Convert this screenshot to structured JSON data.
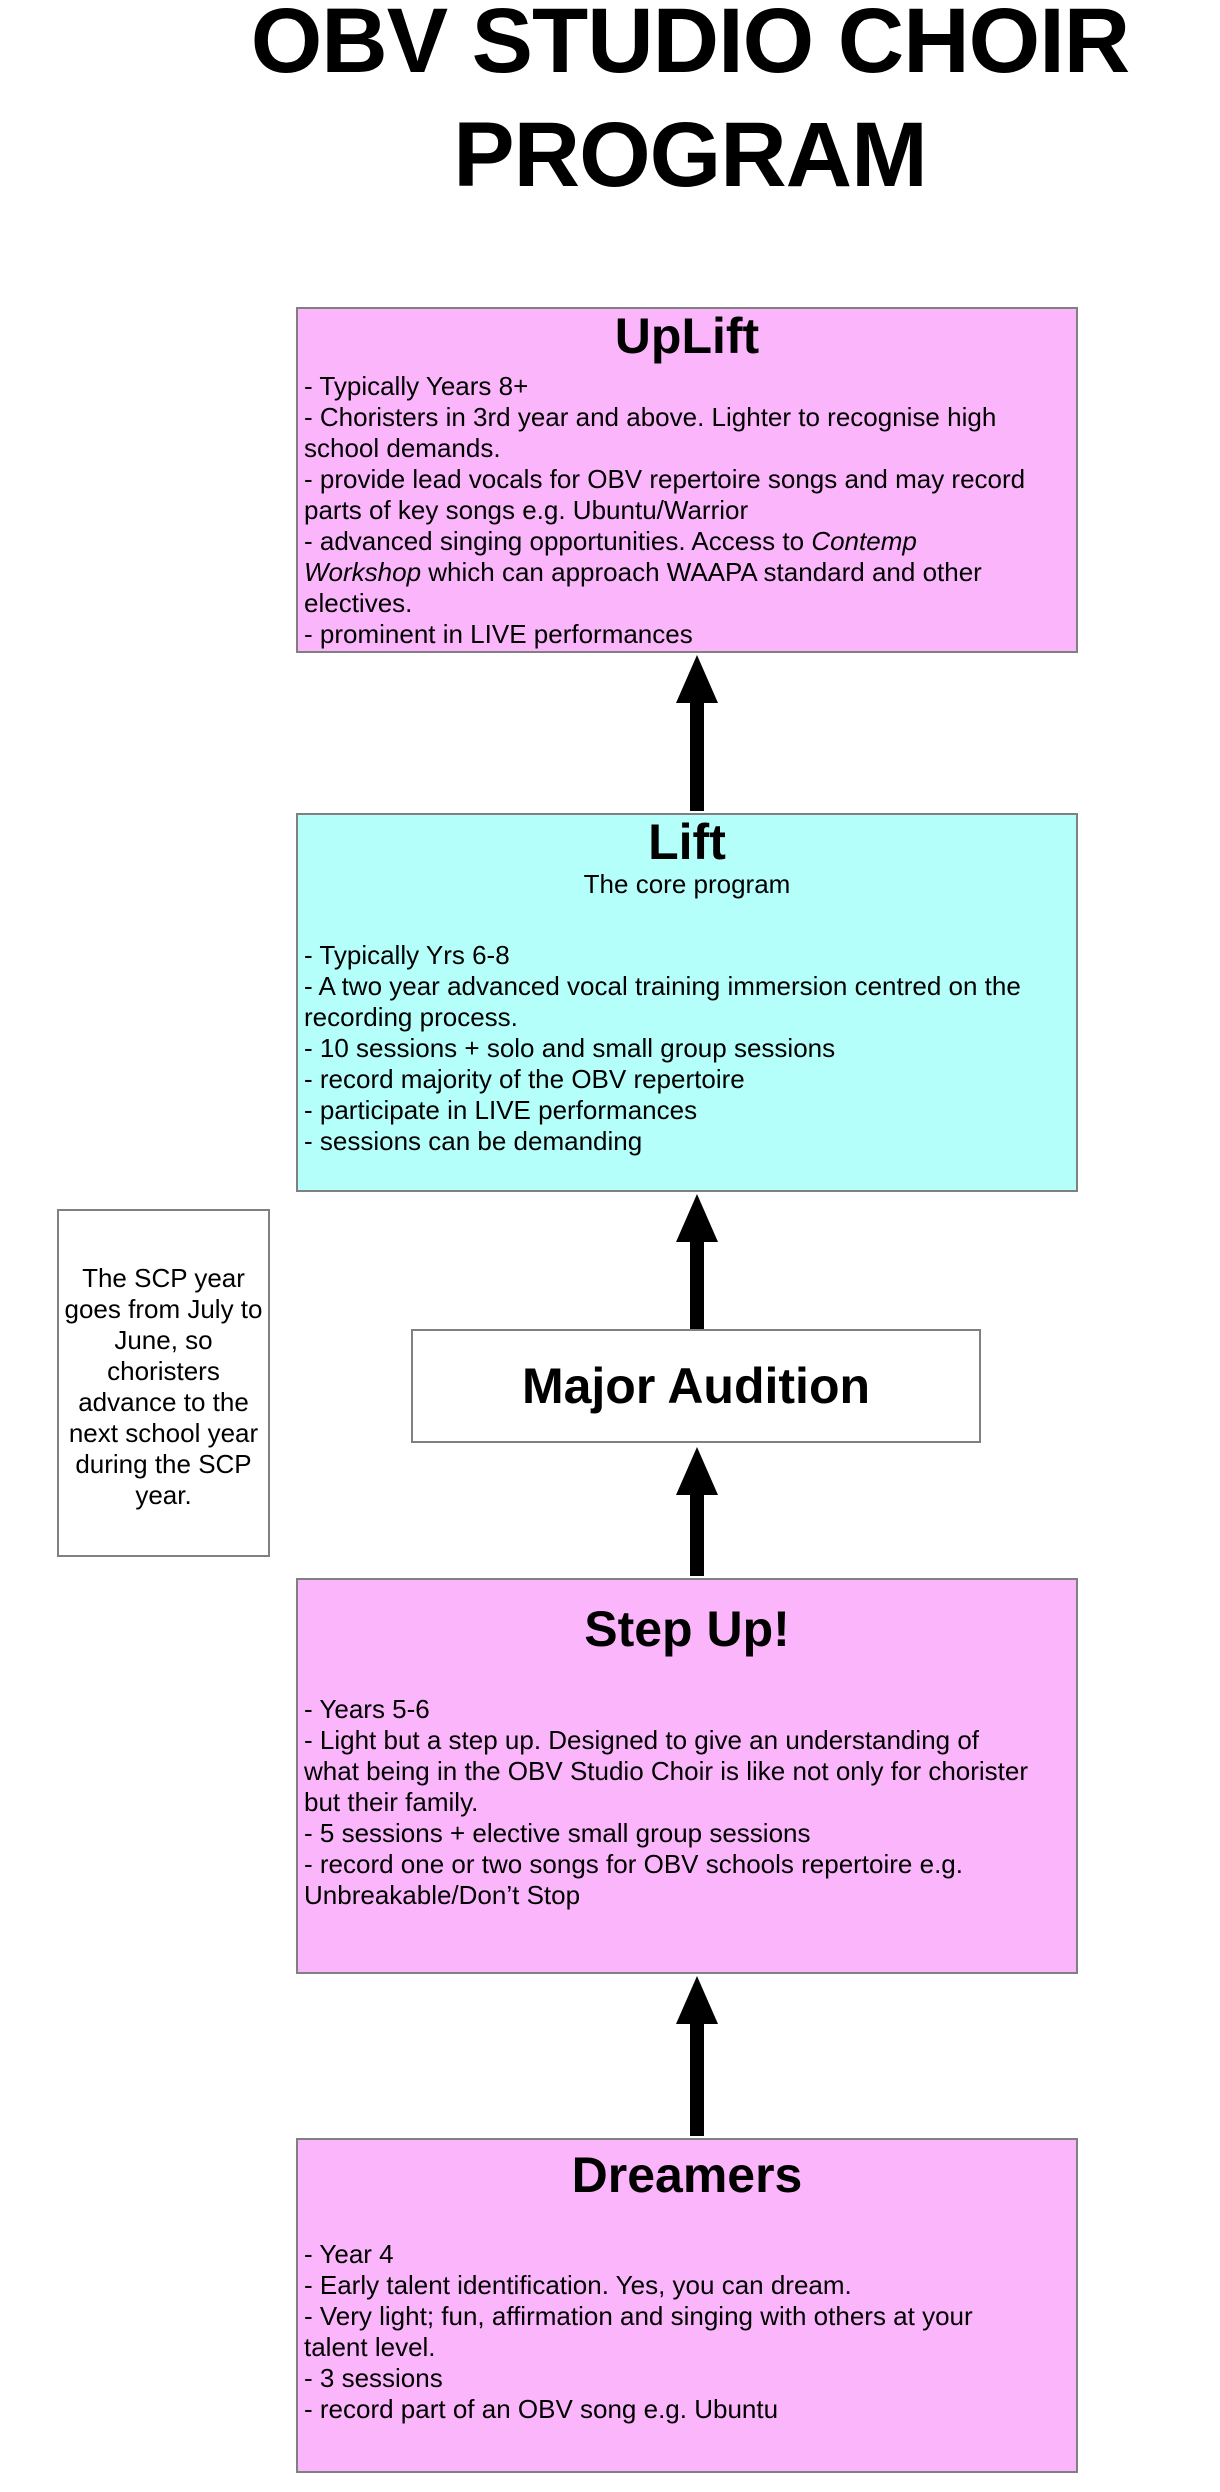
{
  "title": {
    "line1": "OBV STUDIO CHOIR",
    "line2": "PROGRAM"
  },
  "colors": {
    "pink": "#fbb6fb",
    "cyan": "#b4fffa",
    "box_border": "#808080",
    "arrow": "#000000",
    "text": "#000000",
    "background": "#ffffff"
  },
  "levels": {
    "uplift": {
      "title": "UpLift",
      "bullets": [
        "- Typically Years 8+",
        "- Choristers in 3rd year and above. Lighter to recognise high school demands.",
        "- provide lead vocals for OBV repertoire songs and may record parts of key songs e.g. Ubuntu/Warrior"
      ],
      "advanced_bullet": {
        "prefix": "- advanced singing opportunities. Access to ",
        "italic": "Contemp Workshop",
        "suffix": " which can approach WAAPA standard and other electives."
      },
      "last_bullet": "- prominent in LIVE performances"
    },
    "lift": {
      "title": "Lift",
      "subtitle": "The core program",
      "bullets": [
        "- Typically Yrs 6-8",
        "- A two year advanced vocal training immersion centred on the recording process.",
        "- 10 sessions + solo and small group sessions",
        "- record majority of the OBV repertoire",
        "- participate in LIVE performances",
        "- sessions can be demanding"
      ]
    },
    "major_audition": {
      "title": "Major Audition"
    },
    "step_up": {
      "title": "Step Up!",
      "bullets": [
        "- Years 5-6",
        "- Light but a step up. Designed to give an understanding of what being in the OBV Studio Choir is like not only for chorister but their family.",
        "- 5 sessions + elective small group sessions",
        "- record one or two songs for OBV schools repertoire e.g. Unbreakable/Don’t Stop"
      ]
    },
    "dreamers": {
      "title": "Dreamers",
      "bullets": [
        "- Year 4",
        "- Early talent identification. Yes, you can dream.",
        "- Very light; fun, affirmation and singing with others at your talent level.",
        "- 3 sessions",
        "- record part of an OBV song e.g. Ubuntu"
      ]
    }
  },
  "side_note": {
    "text": "The SCP year goes from July to June, so choristers advance to the next school year during the SCP year."
  }
}
